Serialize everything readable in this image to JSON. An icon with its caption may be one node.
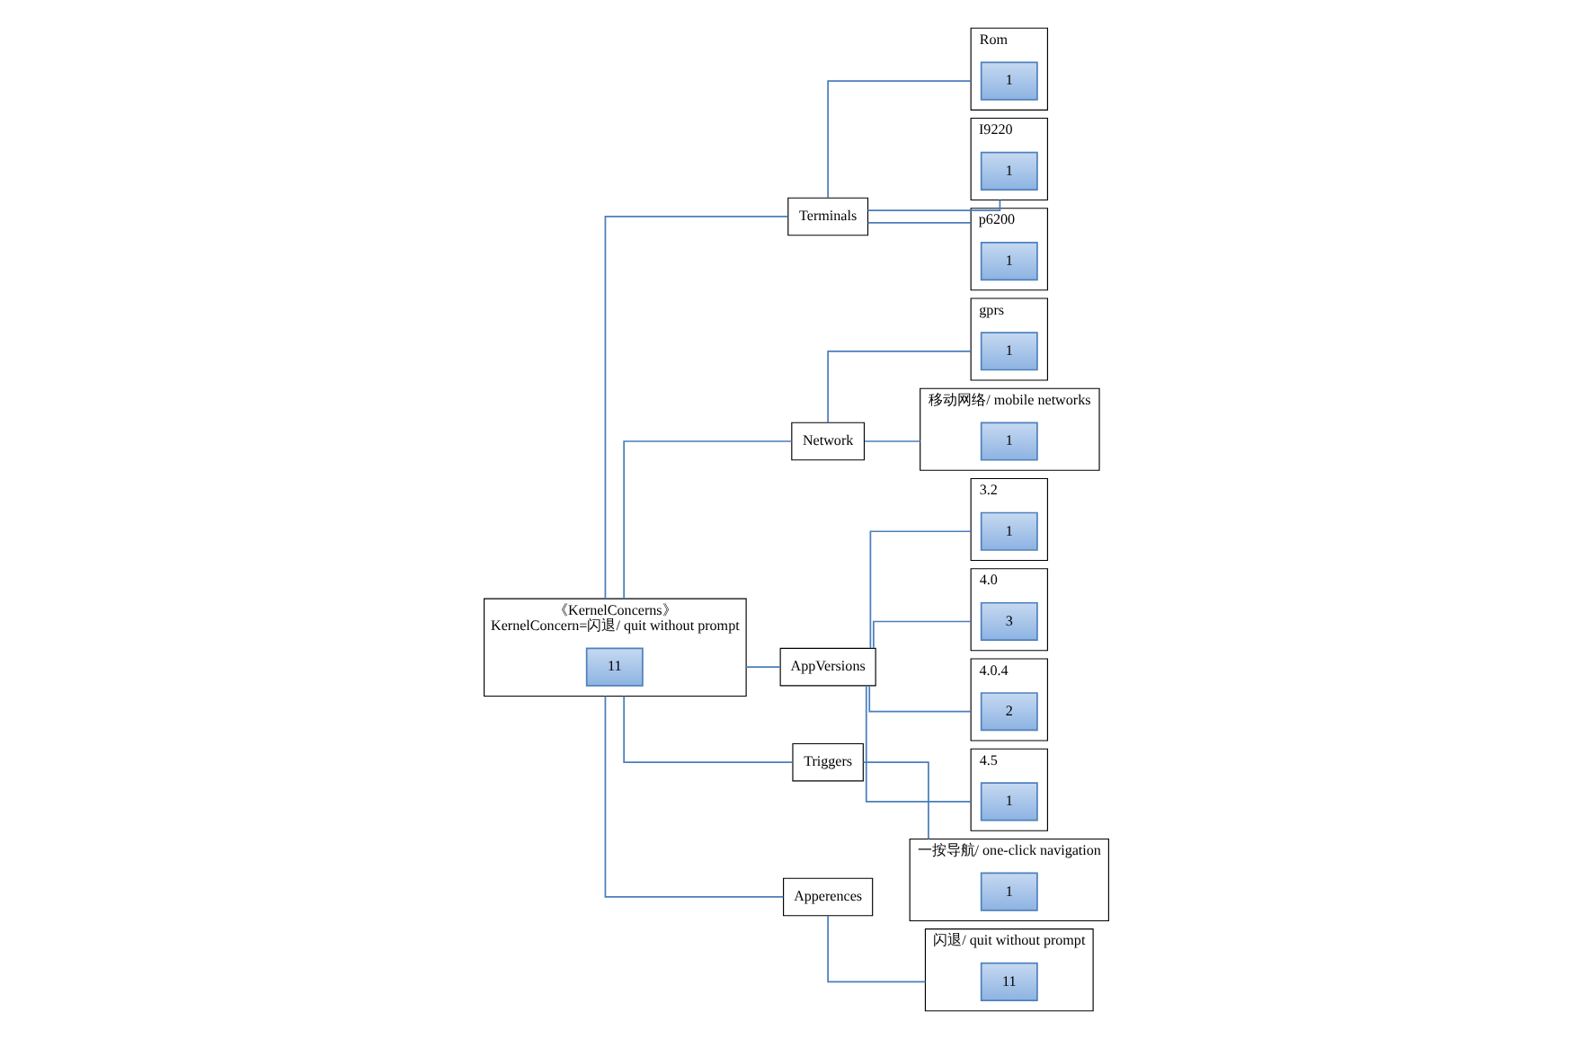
{
  "diagram": {
    "nodes": [
      {
        "text": [
          "《KernelConcerns》",
          "KernelConcern=闪退/ quit without prompt"
        ]
      },
      {
        "text": [
          "11"
        ],
        "in": 0
      },
      {
        "text": [
          "Terminals"
        ]
      },
      {
        "text": [
          "Rom"
        ]
      },
      {
        "text": [
          "1"
        ],
        "in": 3
      },
      {
        "text": [
          "I9220"
        ]
      },
      {
        "text": [
          "1"
        ],
        "in": 5
      },
      {
        "text": [
          "p6200"
        ]
      },
      {
        "text": [
          "1"
        ],
        "in": 7
      },
      {
        "text": [
          "Network"
        ]
      },
      {
        "text": [
          "gprs"
        ]
      },
      {
        "text": [
          "1"
        ],
        "in": 10
      },
      {
        "text": [
          "移动网络/ mobile networks"
        ]
      },
      {
        "text": [
          "1"
        ],
        "in": 12
      },
      {
        "text": [
          "AppVersions"
        ]
      },
      {
        "text": [
          "3.2"
        ]
      },
      {
        "text": [
          "1"
        ],
        "in": 15
      },
      {
        "text": [
          "4.0"
        ]
      },
      {
        "text": [
          "3"
        ],
        "in": 17
      },
      {
        "text": [
          "4.0.4"
        ]
      },
      {
        "text": [
          "2"
        ],
        "in": 19
      },
      {
        "text": [
          "4.5"
        ]
      },
      {
        "text": [
          "1"
        ],
        "in": 21
      },
      {
        "text": [
          "Triggers"
        ]
      },
      {
        "text": [
          "Apperences"
        ]
      },
      {
        "text": [
          "一按导航/ one-click navigation"
        ]
      },
      {
        "text": [
          "1"
        ],
        "in": 25
      },
      {
        "text": [
          "闪退/ quit without prompt"
        ]
      },
      {
        "text": [
          "11"
        ],
        "in": 27
      }
    ],
    "edges": [
      {
        "from": 0,
        "to": 2,
        "arrow": "none"
      },
      {
        "from": 0,
        "to": 9,
        "arrow": "none"
      },
      {
        "from": 0,
        "to": 14,
        "arrow": "none"
      },
      {
        "from": 2,
        "to": 3,
        "arrow": "none"
      },
      {
        "from": 2,
        "to": 5,
        "arrow": "none"
      },
      {
        "from": 2,
        "to": 7,
        "arrow": "none"
      },
      {
        "from": 9,
        "to": 10,
        "arrow": "none"
      },
      {
        "from": 9,
        "to": 12,
        "arrow": "none"
      },
      {
        "from": 14,
        "to": 15,
        "arrow": "none"
      },
      {
        "from": 14,
        "to": 17,
        "arrow": "none"
      },
      {
        "from": 14,
        "to": 19,
        "arrow": "none"
      },
      {
        "from": 14,
        "to": 21,
        "arrow": "none"
      },
      {
        "from": 0,
        "to": 23,
        "arrow": "none"
      },
      {
        "from": 0,
        "to": 24,
        "arrow": "none"
      },
      {
        "from": 23,
        "to": 25,
        "arrow": "none"
      },
      {
        "from": 24,
        "to": 27,
        "arrow": "none"
      }
    ]
  }
}
